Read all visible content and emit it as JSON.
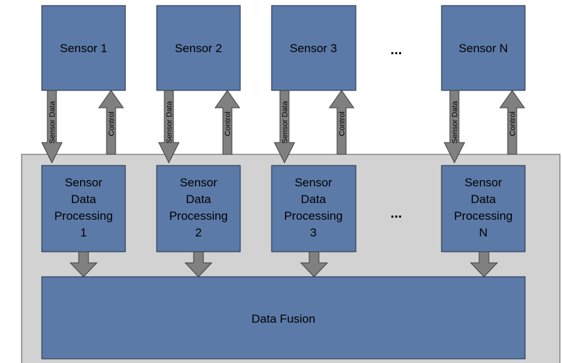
{
  "sensors": [
    {
      "label": "Sensor 1",
      "data_label": "Sensor Data",
      "control_label": "Control"
    },
    {
      "label": "Sensor 2",
      "data_label": "Sensor Data",
      "control_label": "Control"
    },
    {
      "label": "Sensor 3",
      "data_label": "Sensor Data",
      "control_label": "Control"
    },
    {
      "label": "Sensor N",
      "data_label": "Sensor Data",
      "control_label": "Control"
    }
  ],
  "processing": [
    {
      "lines": [
        "Sensor",
        "Data",
        "Processing",
        "1"
      ]
    },
    {
      "lines": [
        "Sensor",
        "Data",
        "Processing",
        "2"
      ]
    },
    {
      "lines": [
        "Sensor",
        "Data",
        "Processing",
        "3"
      ]
    },
    {
      "lines": [
        "Sensor",
        "Data",
        "Processing",
        "N"
      ]
    }
  ],
  "ellipsis_top": "...",
  "ellipsis_middle": "...",
  "fusion": {
    "label": "Data Fusion"
  },
  "colors": {
    "box_fill": "#5b7aa8",
    "box_stroke": "#1f2a44",
    "container_fill": "#d2d2d2",
    "container_stroke": "#555555",
    "arrow_fill": "#808080",
    "arrow_stroke": "#3c3c3c"
  }
}
